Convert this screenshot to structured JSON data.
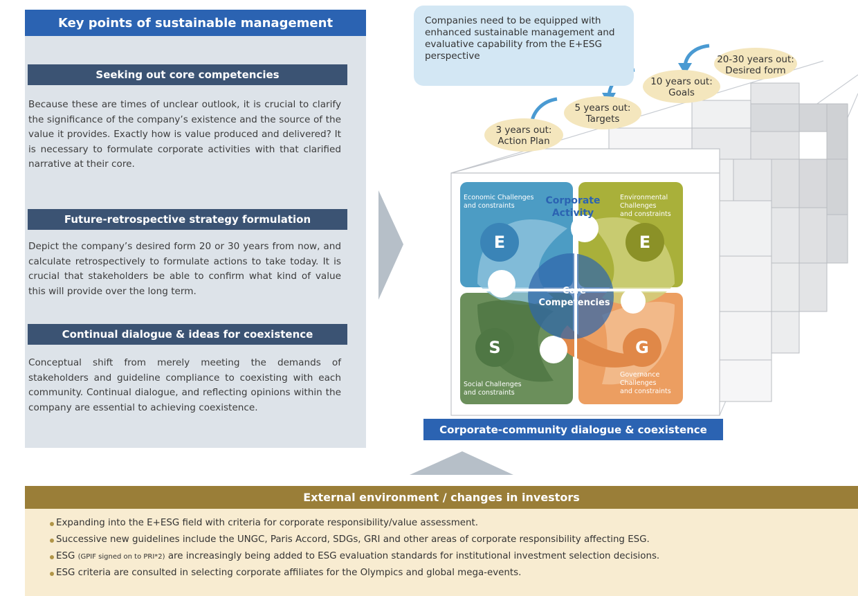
{
  "left_panel": {
    "title": "Key points of sustainable management",
    "sections": [
      {
        "heading": "Seeking out core competencies",
        "body": "Because these are times of unclear outlook, it is crucial to clarify the significance of the company’s existence and the source of the value it provides. Exactly how is value produced and delivered? It is necessary to formulate corporate activities with that clarified narrative at their core."
      },
      {
        "heading": "Future-retrospective strategy formulation",
        "body": "Depict the company’s desired form 20 or 30 years from now, and calculate retrospectively to formulate actions to take today. It is crucial that stakeholders be able to confirm what kind of value this will provide over the long term."
      },
      {
        "heading": "Continual dialogue & ideas for coexistence",
        "body": "Conceptual shift from merely meeting the demands of stakeholders and guideline compliance to coexisting with each community. Continual dialogue, and reflecting opinions within the company are essential to achieving coexistence."
      }
    ]
  },
  "diagram": {
    "callout": "Companies need to be equipped with enhanced sustainable management and evaluative capability from the E+ESG perspective",
    "milestones": [
      {
        "line1": "3 years out:",
        "line2": "Action Plan"
      },
      {
        "line1": "5 years out:",
        "line2": "Targets"
      },
      {
        "line1": "10 years out:",
        "line2": "Goals"
      },
      {
        "line1": "20-30 years out:",
        "line2": "Desired form"
      }
    ],
    "quadrants": {
      "economic": {
        "letter": "E",
        "label1": "Economic Challenges",
        "label2": "and constraints",
        "color": "#4c9cc4"
      },
      "environmental": {
        "letter": "E",
        "label1": "Environmental",
        "label2": "Challenges",
        "label3": "and constraints",
        "color": "#a9b03a"
      },
      "social": {
        "letter": "S",
        "label1": "Social Challenges",
        "label2": "and constraints",
        "color": "#6b8f5b"
      },
      "governance": {
        "letter": "G",
        "label1": "Governance",
        "label2": "Challenges",
        "label3": "and constraints",
        "color": "#ec9e61"
      }
    },
    "corporate_activity": {
      "line1": "Corporate",
      "line2": "Activity"
    },
    "core_competencies": {
      "line1": "Core",
      "line2": "Competencies"
    },
    "dialogue_bar": "Corporate-community dialogue & coexistence"
  },
  "bottom_panel": {
    "title": "External environment / changes in investors",
    "bullets": [
      {
        "text": "Expanding into the E+ESG field with criteria for corporate responsibility/value assessment."
      },
      {
        "text": "Successive new guidelines include the UNGC, Paris Accord, SDGs, GRI and other areas of corporate responsibility affecting ESG."
      },
      {
        "lead": "ESG ",
        "note": "(GPIF signed on to PRI*2)",
        "text": " are increasingly being added to ESG evaluation standards for institutional investment selection decisions."
      },
      {
        "text": "ESG criteria are consulted in selecting corporate affiliates for the Olympics and global mega-events."
      }
    ]
  },
  "colors": {
    "title_blue": "#2b63b2",
    "section_navy": "#3b5373",
    "panel_gray": "#dde3e9",
    "bottom_gold": "#9a7e38",
    "bottom_cream": "#f8ecd1",
    "bubble_cream": "#f4e6bd"
  }
}
